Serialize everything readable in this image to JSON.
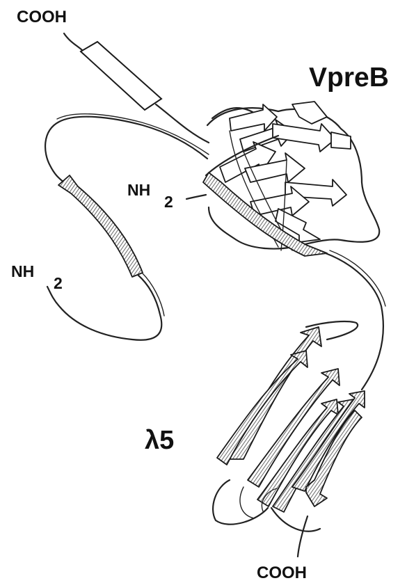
{
  "figure": {
    "labels": {
      "cooh_top": "COOH",
      "vpreb": "VpreB",
      "nh2_mid": "NH",
      "nh2_mid_sub": "2",
      "nh2_left": "NH",
      "nh2_left_sub": "2",
      "lambda5": "λ5",
      "cooh_bottom": "COOH"
    }
  }
}
